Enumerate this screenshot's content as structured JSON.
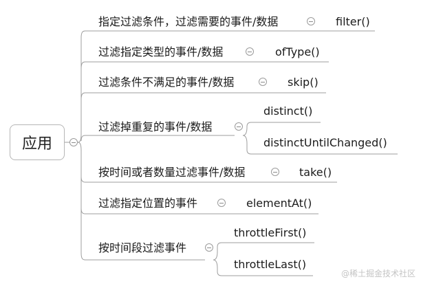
{
  "root": {
    "label": "应用"
  },
  "branches": [
    {
      "label": "指定过滤条件，过滤需要的事件/数据",
      "children": [
        "filter()"
      ]
    },
    {
      "label": "过滤指定类型的事件/数据",
      "children": [
        "ofType()"
      ]
    },
    {
      "label": "过滤条件不满足的事件/数据",
      "children": [
        "skip()"
      ]
    },
    {
      "label": "过滤掉重复的事件/数据",
      "children": [
        "distinct()",
        "distinctUntilChanged()"
      ]
    },
    {
      "label": "按时间或者数量过滤事件/数据",
      "children": [
        "take()"
      ]
    },
    {
      "label": "过滤指定位置的事件",
      "children": [
        "elementAt()"
      ]
    },
    {
      "label": "按时间段过滤事件",
      "children": [
        "throttleFirst()",
        "throttleLast()"
      ]
    }
  ],
  "watermark": "@稀土掘金技术社区"
}
